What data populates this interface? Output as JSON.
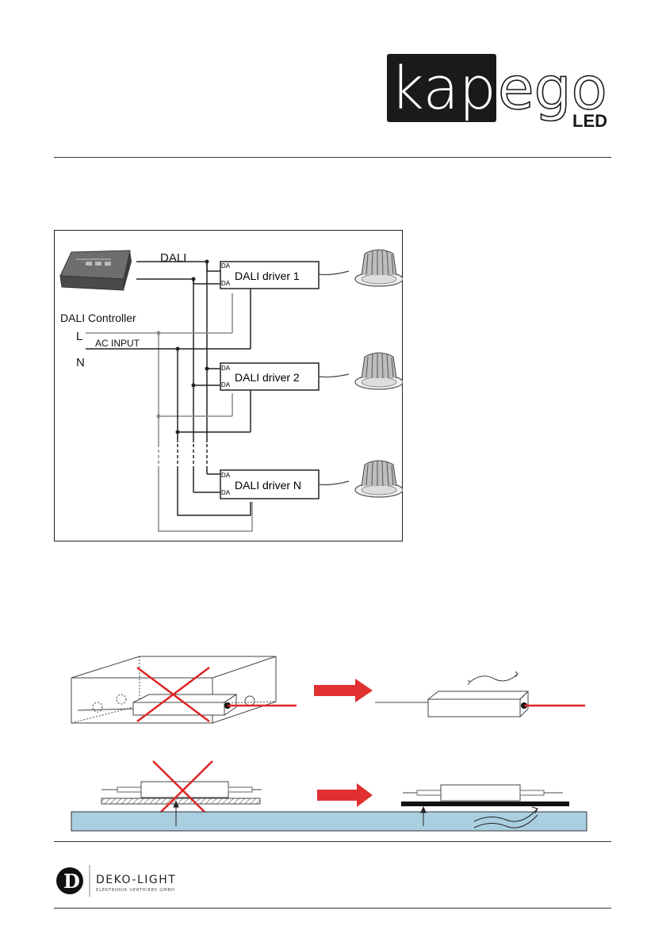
{
  "header": {
    "brand_part1": "kap",
    "brand_part2": "ego",
    "brand_sub": "LED"
  },
  "wiring_diagram": {
    "dali_label": "DALI",
    "controller_label": "DALI Controller",
    "l_label": "L",
    "n_label": "N",
    "ac_input_label": "AC INPUT",
    "da_label": "DA",
    "drivers": [
      "DALI driver 1",
      "DALI driver 2",
      "DALI driver N"
    ]
  },
  "footer": {
    "company_name": "DEKO-LIGHT",
    "company_sub": "ELEKTRONIK VERTRIEBS GMBH"
  }
}
